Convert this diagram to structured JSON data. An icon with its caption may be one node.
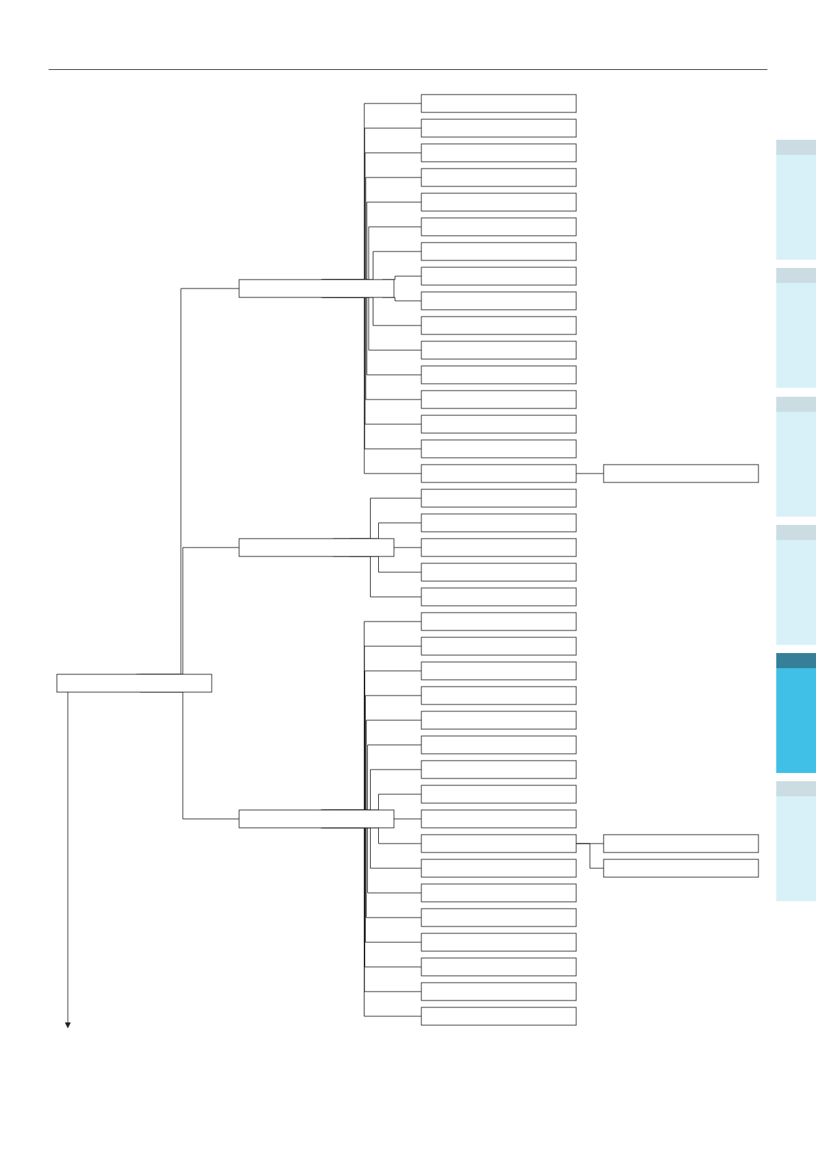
{
  "diagram": {
    "nodes": [
      {
        "text": [],
        "shape": "box"
      },
      {
        "text": [],
        "shape": "box"
      },
      {
        "text": [],
        "shape": "box"
      },
      {
        "text": [],
        "shape": "box"
      },
      {
        "text": [],
        "shape": "box"
      },
      {
        "text": [],
        "shape": "box"
      },
      {
        "text": [],
        "shape": "box"
      },
      {
        "text": [],
        "shape": "box"
      },
      {
        "text": [],
        "shape": "box"
      },
      {
        "text": [],
        "shape": "box"
      },
      {
        "text": [],
        "shape": "box"
      },
      {
        "text": [],
        "shape": "box"
      },
      {
        "text": [],
        "shape": "box"
      },
      {
        "text": [],
        "shape": "box"
      },
      {
        "text": [],
        "shape": "box"
      },
      {
        "text": [],
        "shape": "box"
      },
      {
        "text": [],
        "shape": "box"
      },
      {
        "text": [],
        "shape": "box"
      },
      {
        "text": [],
        "shape": "box"
      },
      {
        "text": [],
        "shape": "box"
      },
      {
        "text": [],
        "shape": "box"
      },
      {
        "text": [],
        "shape": "box"
      },
      {
        "text": [],
        "shape": "box"
      },
      {
        "text": [],
        "shape": "box"
      },
      {
        "text": [],
        "shape": "box"
      },
      {
        "text": [],
        "shape": "box"
      },
      {
        "text": [],
        "shape": "box"
      },
      {
        "text": [],
        "shape": "box"
      },
      {
        "text": [],
        "shape": "box"
      },
      {
        "text": [],
        "shape": "box"
      },
      {
        "text": [],
        "shape": "box"
      },
      {
        "text": [],
        "shape": "box"
      },
      {
        "text": [],
        "shape": "box"
      },
      {
        "text": [],
        "shape": "box"
      },
      {
        "text": [],
        "shape": "box"
      },
      {
        "text": [],
        "shape": "box"
      },
      {
        "text": [],
        "shape": "box"
      },
      {
        "text": [],
        "shape": "box"
      },
      {
        "text": [],
        "shape": "box"
      },
      {
        "text": [],
        "shape": "box"
      },
      {
        "text": [],
        "shape": "box"
      },
      {
        "text": [],
        "shape": "box"
      },
      {
        "text": [],
        "shape": "box"
      },
      {
        "text": [],
        "shape": "box"
      },
      {
        "text": [],
        "shape": "box"
      }
    ],
    "edges": [
      {
        "from": 0,
        "to": 1,
        "arrow": "none"
      },
      {
        "from": 1,
        "to": 2,
        "arrow": "none"
      },
      {
        "from": 1,
        "to": 3,
        "arrow": "none"
      },
      {
        "from": 1,
        "to": 4,
        "arrow": "none"
      },
      {
        "from": 1,
        "to": 5,
        "arrow": "none"
      },
      {
        "from": 1,
        "to": 6,
        "arrow": "none"
      },
      {
        "from": 1,
        "to": 7,
        "arrow": "none"
      },
      {
        "from": 1,
        "to": 8,
        "arrow": "none"
      },
      {
        "from": 1,
        "to": 9,
        "arrow": "none"
      },
      {
        "from": 1,
        "to": 10,
        "arrow": "none"
      },
      {
        "from": 1,
        "to": 11,
        "arrow": "none"
      },
      {
        "from": 1,
        "to": 12,
        "arrow": "none"
      },
      {
        "from": 1,
        "to": 13,
        "arrow": "none"
      },
      {
        "from": 1,
        "to": 14,
        "arrow": "none"
      },
      {
        "from": 1,
        "to": 15,
        "arrow": "none"
      },
      {
        "from": 1,
        "to": 16,
        "arrow": "none"
      },
      {
        "from": 1,
        "to": 17,
        "arrow": "none"
      },
      {
        "from": 17,
        "to": 18,
        "arrow": "none"
      },
      {
        "from": 0,
        "to": 19,
        "arrow": "none"
      },
      {
        "from": 19,
        "to": 20,
        "arrow": "none"
      },
      {
        "from": 19,
        "to": 21,
        "arrow": "none"
      },
      {
        "from": 19,
        "to": 22,
        "arrow": "none"
      },
      {
        "from": 19,
        "to": 23,
        "arrow": "none"
      },
      {
        "from": 19,
        "to": 24,
        "arrow": "none"
      },
      {
        "from": 0,
        "to": 25,
        "arrow": "none"
      },
      {
        "from": 25,
        "to": 26,
        "arrow": "none"
      },
      {
        "from": 25,
        "to": 27,
        "arrow": "none"
      },
      {
        "from": 25,
        "to": 28,
        "arrow": "none"
      },
      {
        "from": 25,
        "to": 29,
        "arrow": "none"
      },
      {
        "from": 25,
        "to": 30,
        "arrow": "none"
      },
      {
        "from": 25,
        "to": 31,
        "arrow": "none"
      },
      {
        "from": 25,
        "to": 32,
        "arrow": "none"
      },
      {
        "from": 25,
        "to": 33,
        "arrow": "none"
      },
      {
        "from": 25,
        "to": 34,
        "arrow": "none"
      },
      {
        "from": 25,
        "to": 35,
        "arrow": "none"
      },
      {
        "from": 35,
        "to": 36,
        "arrow": "none"
      },
      {
        "from": 35,
        "to": 37,
        "arrow": "none"
      },
      {
        "from": 25,
        "to": 38,
        "arrow": "none"
      },
      {
        "from": 25,
        "to": 39,
        "arrow": "none"
      },
      {
        "from": 25,
        "to": 40,
        "arrow": "none"
      },
      {
        "from": 25,
        "to": 41,
        "arrow": "none"
      },
      {
        "from": 25,
        "to": 42,
        "arrow": "none"
      },
      {
        "from": 25,
        "to": 43,
        "arrow": "none"
      },
      {
        "from": 25,
        "to": 44,
        "arrow": "none"
      },
      {
        "from": 0,
        "to": null,
        "arrow": "to"
      }
    ]
  }
}
